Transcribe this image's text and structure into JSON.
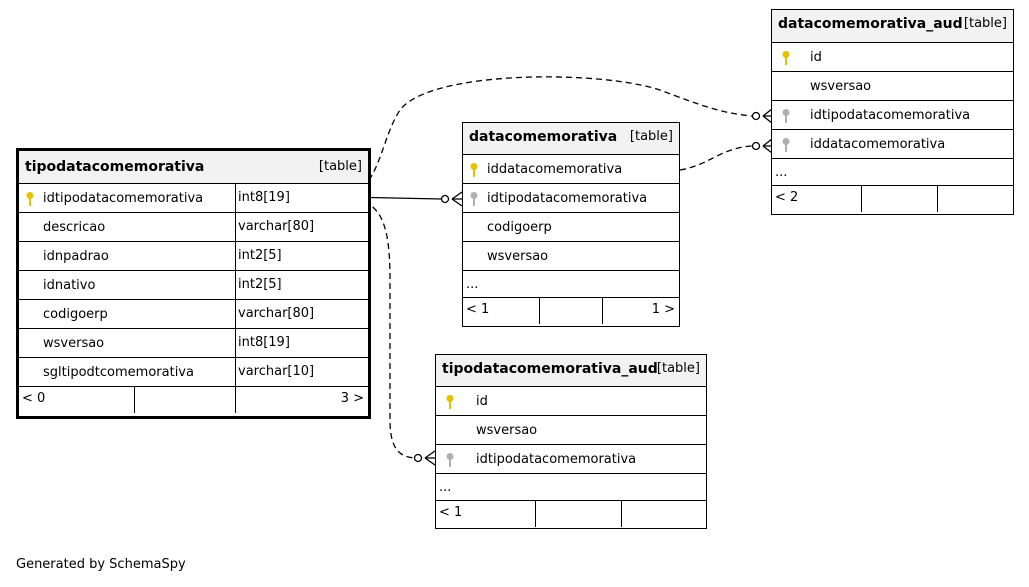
{
  "tables": {
    "tipo": {
      "name": "tipodatacomemorativa",
      "kind": "[table]",
      "columns": [
        {
          "name": "idtipodatacomemorativa",
          "type": "int8[19]",
          "key": "primary"
        },
        {
          "name": "descricao",
          "type": "varchar[80]",
          "key": "none"
        },
        {
          "name": "idnpadrao",
          "type": "int2[5]",
          "key": "none"
        },
        {
          "name": "idnativo",
          "type": "int2[5]",
          "key": "none"
        },
        {
          "name": "codigoerp",
          "type": "varchar[80]",
          "key": "none"
        },
        {
          "name": "wsversao",
          "type": "int8[19]",
          "key": "none"
        },
        {
          "name": "sgltipodtcomemorativa",
          "type": "varchar[10]",
          "key": "none"
        }
      ],
      "footer": {
        "left": "< 0",
        "right": "3 >"
      }
    },
    "data": {
      "name": "datacomemorativa",
      "kind": "[table]",
      "columns": [
        {
          "name": "iddatacomemorativa",
          "key": "primary"
        },
        {
          "name": "idtipodatacomemorativa",
          "key": "foreign"
        },
        {
          "name": "codigoerp",
          "key": "none"
        },
        {
          "name": "wsversao",
          "key": "none"
        }
      ],
      "more": "...",
      "footer": {
        "left": "< 1",
        "right": "1 >"
      }
    },
    "data_aud": {
      "name": "datacomemorativa_aud",
      "kind": "[table]",
      "columns": [
        {
          "name": "id",
          "key": "primary"
        },
        {
          "name": "wsversao",
          "key": "none"
        },
        {
          "name": "idtipodatacomemorativa",
          "key": "foreign"
        },
        {
          "name": "iddatacomemorativa",
          "key": "foreign"
        }
      ],
      "more": "...",
      "footer": {
        "left": "< 2",
        "right": ""
      }
    },
    "tipo_aud": {
      "name": "tipodatacomemorativa_aud",
      "kind": "[table]",
      "columns": [
        {
          "name": "id",
          "key": "primary"
        },
        {
          "name": "wsversao",
          "key": "none"
        },
        {
          "name": "idtipodatacomemorativa",
          "key": "foreign"
        }
      ],
      "more": "...",
      "footer": {
        "left": "< 1",
        "right": ""
      }
    }
  },
  "relationships": [
    {
      "from": "tipodatacomemorativa.idtipodatacomemorativa",
      "to": "datacomemorativa.idtipodatacomemorativa",
      "style": "solid"
    },
    {
      "from": "tipodatacomemorativa.idtipodatacomemorativa",
      "to": "datacomemorativa_aud.idtipodatacomemorativa",
      "style": "dashed"
    },
    {
      "from": "datacomemorativa.iddatacomemorativa",
      "to": "datacomemorativa_aud.iddatacomemorativa",
      "style": "dashed"
    },
    {
      "from": "tipodatacomemorativa.idtipodatacomemorativa",
      "to": "tipodatacomemorativa_aud.idtipodatacomemorativa",
      "style": "dashed"
    }
  ],
  "colors": {
    "primary_key": "#e6c200",
    "foreign_key": "#b0b0b0",
    "header_bg": "#f2f2f2",
    "line": "#000000"
  },
  "credit": "Generated by SchemaSpy"
}
